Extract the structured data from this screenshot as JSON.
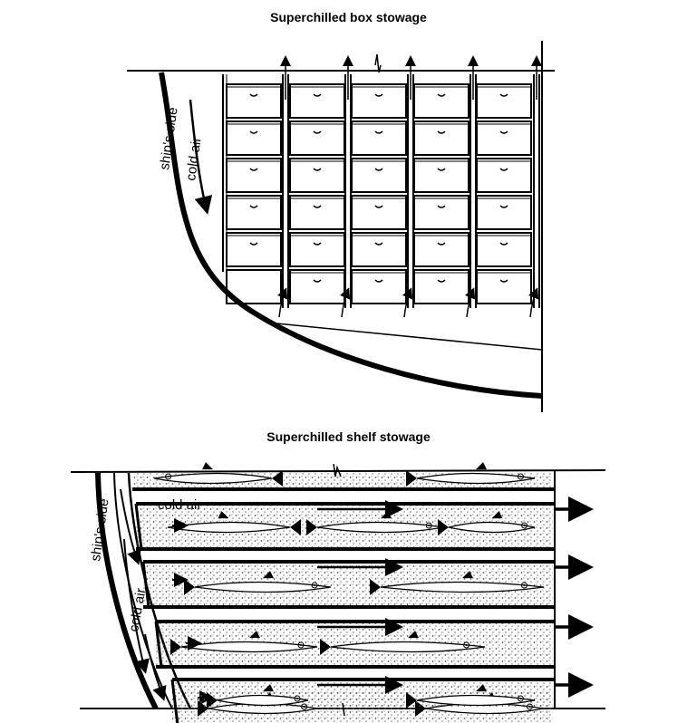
{
  "box_diagram": {
    "title": "Superchilled box stowage",
    "label_side": "ship's side",
    "label_air": "cold air",
    "rows": 6,
    "columns": 5
  },
  "shelf_diagram": {
    "title": "Superchilled shelf stowage",
    "label_side": "ship's side",
    "label_air": "cold air",
    "label_air_inner": "cold air",
    "shelves": 4
  },
  "colors": {
    "ink": "#000000",
    "paper": "#ffffff",
    "ice": "#9a9a9a"
  }
}
